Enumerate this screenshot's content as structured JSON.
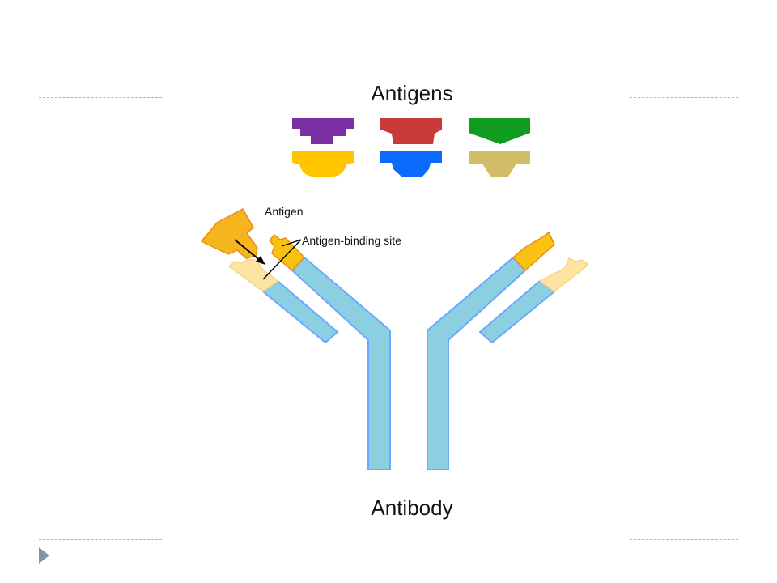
{
  "diagram": {
    "title_top": "Antigens",
    "title_bottom": "Antibody",
    "label_antigen": "Antigen",
    "label_binding_site": "Antigen-binding site"
  },
  "antigen_swatches": [
    {
      "name": "purple-antigen",
      "color": "#7b2fa5"
    },
    {
      "name": "red-antigen",
      "color": "#c8393a"
    },
    {
      "name": "green-antigen",
      "color": "#0f9c1f"
    },
    {
      "name": "yellow-antigen",
      "color": "#ffc600"
    },
    {
      "name": "blue-antigen",
      "color": "#0b6bff"
    },
    {
      "name": "khaki-antigen",
      "color": "#d2bc68"
    }
  ],
  "colors": {
    "antibody_body": "#8ccfe0",
    "antibody_outline": "#6aa8ff",
    "binding_heavy": "#f9c210",
    "binding_light": "#fde4a3",
    "antigen_orange": "#f6b51c",
    "antigen_outline": "#f08a18",
    "rule": "#9fb7c9",
    "nav_arrow": "#7d95ad"
  }
}
